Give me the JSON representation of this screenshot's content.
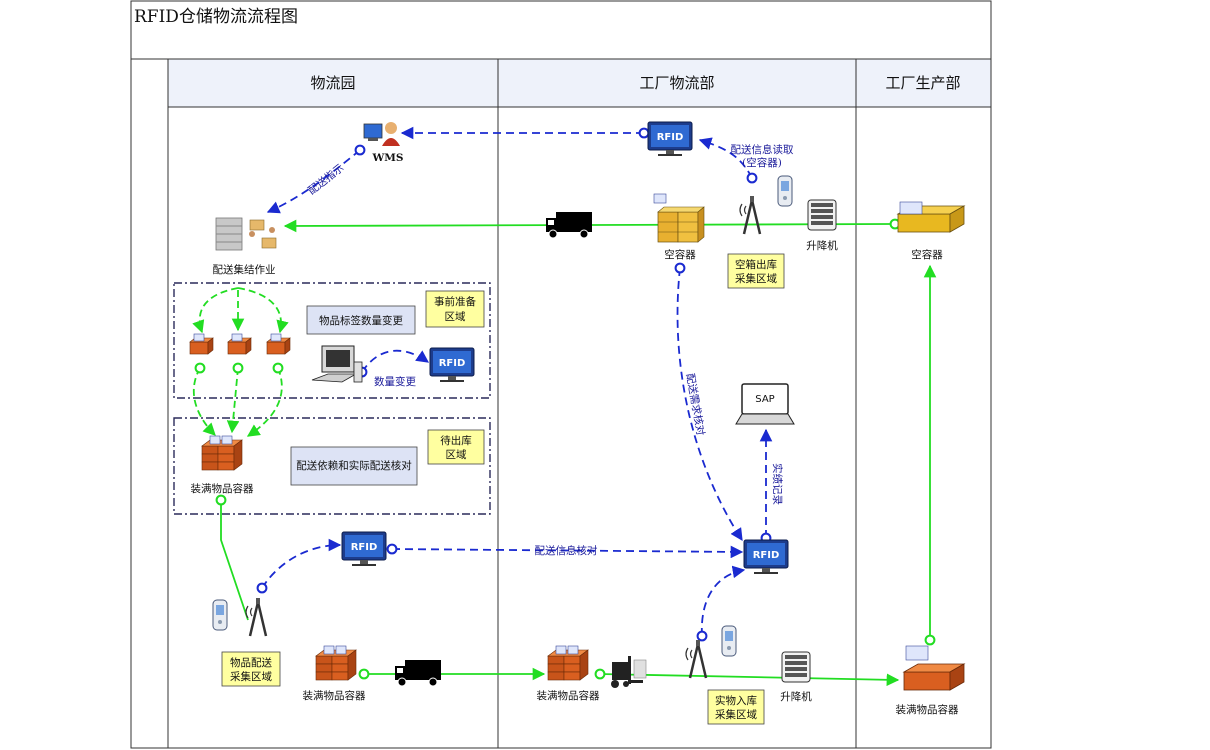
{
  "title": "RFID仓储物流流程图",
  "lanes": {
    "park": "物流园",
    "factory_logistics": "工厂物流部",
    "factory_production": "工厂生产部"
  },
  "labels": {
    "wms": "WMS",
    "delivery_collect": "配送集结作业",
    "label_change": "物品标签数量变更",
    "prep_area": [
      "事前准备",
      "区域"
    ],
    "qty_change": "数量变更",
    "pending_area": [
      "待出库",
      "区域"
    ],
    "delivery_check": "配送依赖和实际配送核对",
    "full_container_1": "装满物品容器",
    "item_collect_area": [
      "物品配送",
      "采集区域"
    ],
    "full_container_2": "装满物品容器",
    "full_container_3": "装满物品容器",
    "full_container_4": "装满物品容器",
    "empty_container_1": "空容器",
    "empty_container_2": "空容器",
    "empty_out_area": [
      "空箱出库",
      "采集区域"
    ],
    "lift_1": "升降机",
    "lift_2": "升降机",
    "in_area": [
      "实物入库",
      "采集区域"
    ],
    "read_info": [
      "配送信息读取",
      "(空容器)"
    ],
    "delivery_info_check": "配送信息核对",
    "delivery_demand_check": "配送需求核对",
    "wms_instruction": "配送指示",
    "sap_record": "实绩记录",
    "rfid": "RFID",
    "sap": "SAP"
  },
  "colors": {
    "green_flow": "#22dd22",
    "blue_info": "#1a2ad0",
    "container_orange": "#e8732a",
    "empty_container_yellow": "#f5cc10",
    "area_label_fill": "#ffffa0",
    "note_fill": "#dde3f5",
    "lane_header_fill": "#eef2fa"
  }
}
